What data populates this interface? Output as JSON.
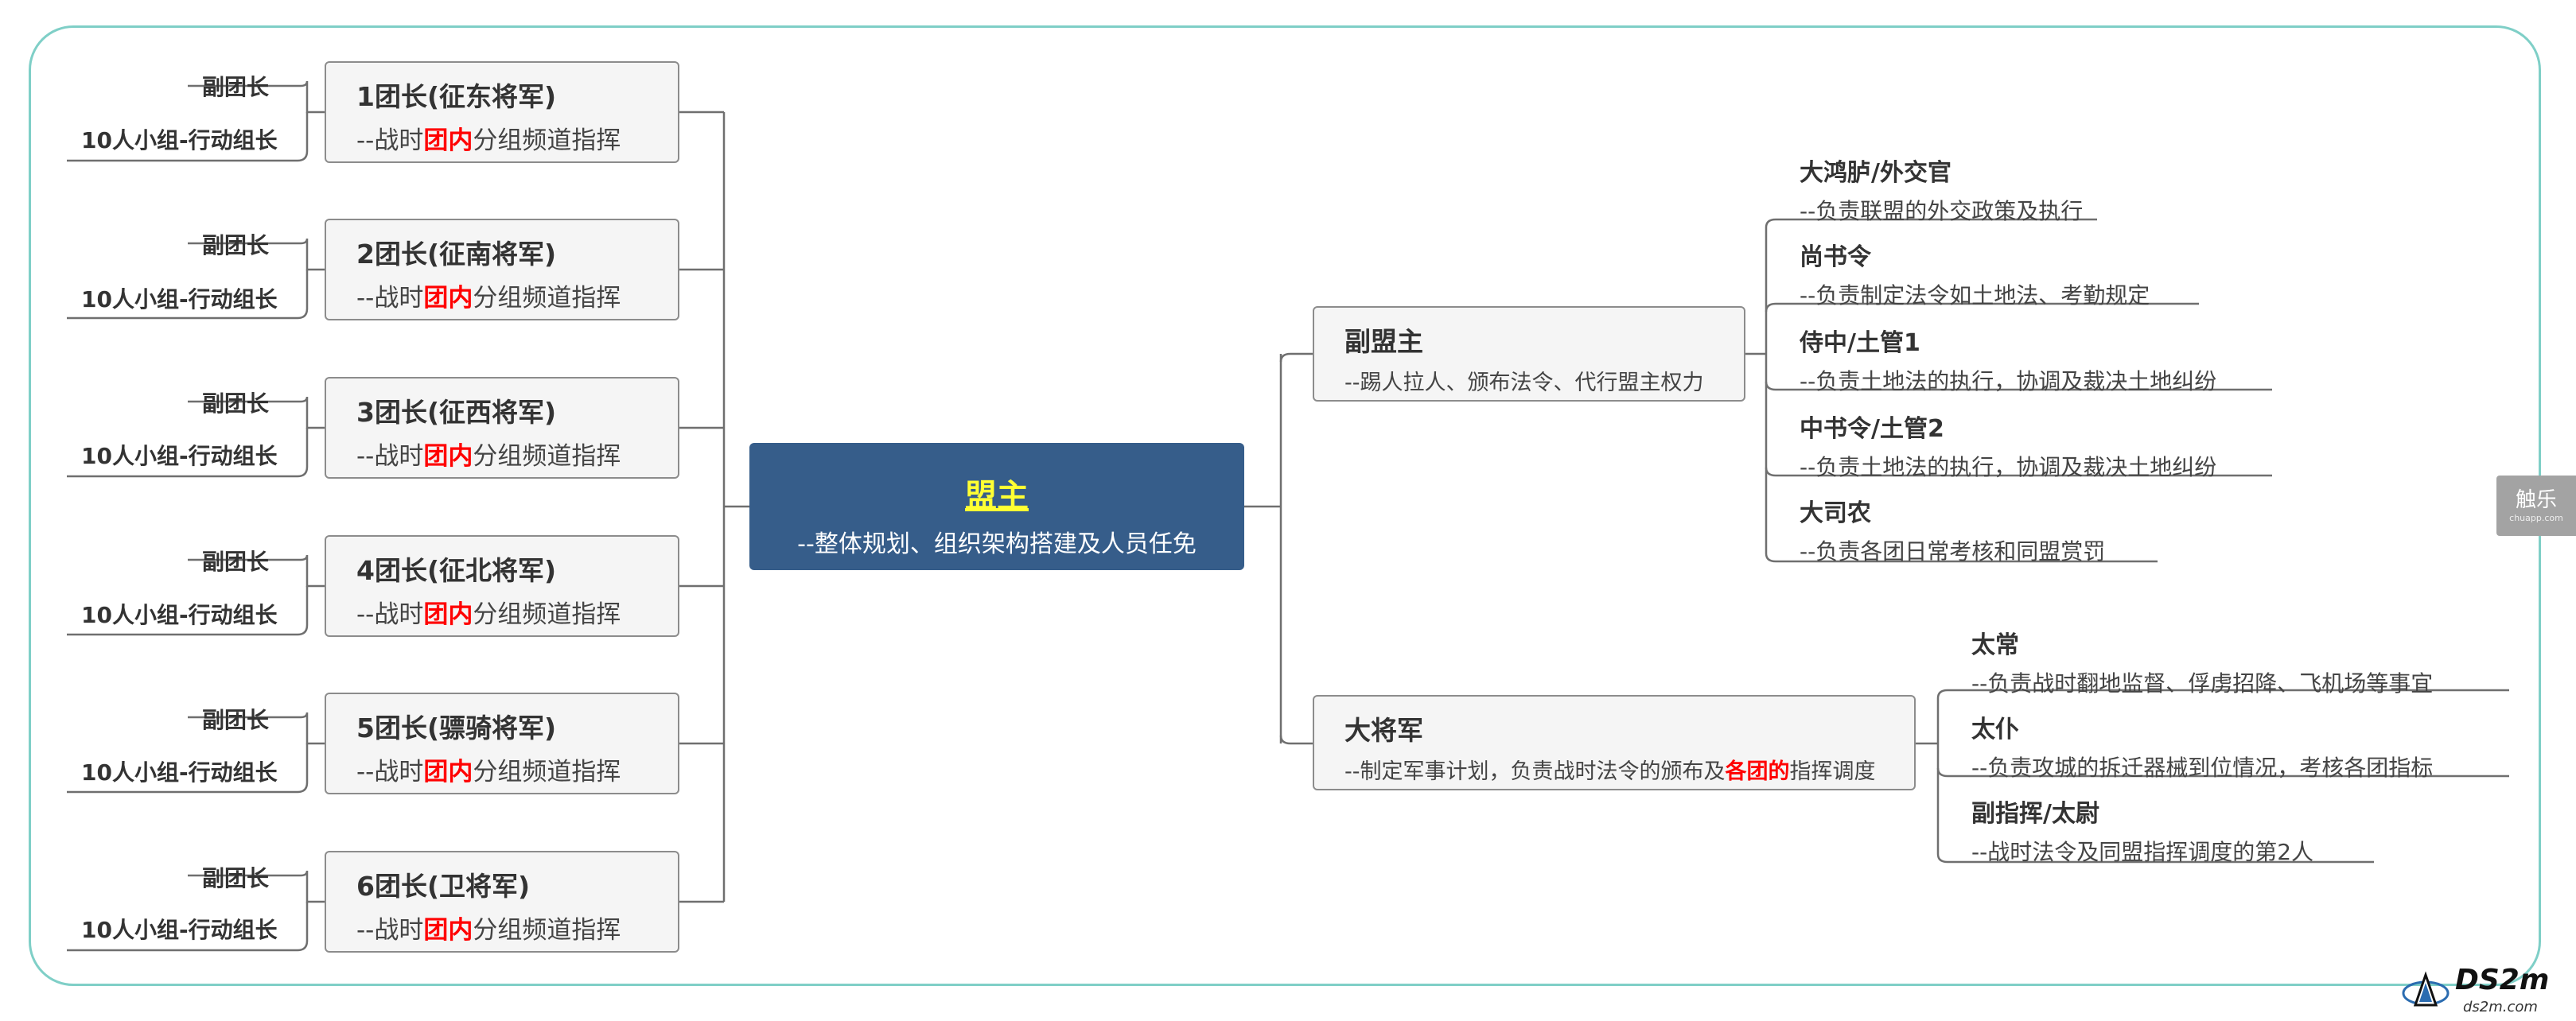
{
  "root": {
    "title": "盟主",
    "desc": "--整体规划、组织架构搭建及人员任免"
  },
  "left_branches": [
    {
      "title": "1团长(征东将军)",
      "desc_pre": "--战时",
      "desc_hl": "团内",
      "desc_post": "分组频道指挥",
      "vice": "副团长",
      "group": "10人小组-行动组长"
    },
    {
      "title": "2团长(征南将军)",
      "desc_pre": "--战时",
      "desc_hl": "团内",
      "desc_post": "分组频道指挥",
      "vice": "副团长",
      "group": "10人小组-行动组长"
    },
    {
      "title": "3团长(征西将军)",
      "desc_pre": "--战时",
      "desc_hl": "团内",
      "desc_post": "分组频道指挥",
      "vice": "副团长",
      "group": "10人小组-行动组长"
    },
    {
      "title": "4团长(征北将军)",
      "desc_pre": "--战时",
      "desc_hl": "团内",
      "desc_post": "分组频道指挥",
      "vice": "副团长",
      "group": "10人小组-行动组长"
    },
    {
      "title": "5团长(骠骑将军)",
      "desc_pre": "--战时",
      "desc_hl": "团内",
      "desc_post": "分组频道指挥",
      "vice": "副团长",
      "group": "10人小组-行动组长"
    },
    {
      "title": "6团长(卫将军)",
      "desc_pre": "--战时",
      "desc_hl": "团内",
      "desc_post": "分组频道指挥",
      "vice": "副团长",
      "group": "10人小组-行动组长"
    }
  ],
  "vice_leader": {
    "title": "副盟主",
    "desc": "--踢人拉人、颁布法令、代行盟主权力",
    "children": [
      {
        "title": "大鸿胪/外交官",
        "desc": "--负责联盟的外交政策及执行"
      },
      {
        "title": "尚书令",
        "desc": "--负责制定法令如土地法、考勤规定"
      },
      {
        "title": "侍中/土管1",
        "desc": "--负责土地法的执行，协调及裁决土地纠纷"
      },
      {
        "title": "中书令/土管2",
        "desc": "--负责土地法的执行，协调及裁决土地纠纷"
      },
      {
        "title": "大司农",
        "desc": "--负责各团日常考核和同盟赏罚"
      }
    ]
  },
  "general": {
    "title": "大将军",
    "desc_pre": "--制定军事计划，负责战时法令的颁布及",
    "desc_hl": "各团的",
    "desc_post": "指挥调度",
    "children": [
      {
        "title": "太常",
        "desc": "--负责战时翻地监督、俘虏招降、飞机场等事宜"
      },
      {
        "title": "太仆",
        "desc": "--负责攻城的拆迁器械到位情况，考核各团指标"
      },
      {
        "title": "副指挥/太尉",
        "desc": "--战时法令及同盟指挥调度的第2人"
      }
    ]
  },
  "watermark": {
    "main": "触乐",
    "sub": "chuapp.com"
  },
  "logo": {
    "main": "DS2m",
    "sub": "ds2m.com"
  },
  "colors": {
    "root_bg": "#365d8a",
    "root_title": "#ffff33",
    "highlight": "#ff0000",
    "frame": "#7fcfc7",
    "line": "#6f6f6f"
  }
}
